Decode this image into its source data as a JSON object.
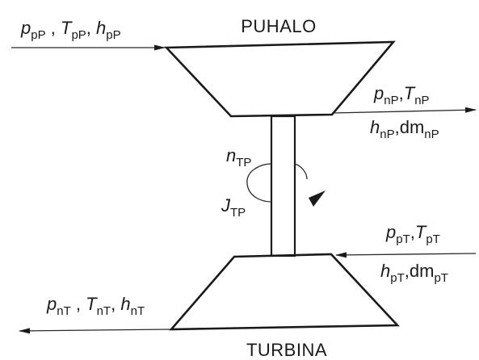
{
  "compressor": {
    "title": "PUHALO",
    "inlet": {
      "p": "p",
      "p_sub": "pP",
      "T": "T",
      "T_sub": "pP",
      "h": "h",
      "h_sub": "pP"
    },
    "outlet": {
      "p": "p",
      "p_sub": "nP",
      "T": "T",
      "T_sub": "nP",
      "h": "h",
      "h_sub": "nP",
      "dm": "dm",
      "dm_sub": "nP"
    }
  },
  "turbine": {
    "title": "TURBINA",
    "inlet": {
      "p": "p",
      "p_sub": "pT",
      "T": "T",
      "T_sub": "pT",
      "h": "h",
      "h_sub": "pT",
      "dm": "dm",
      "dm_sub": "pT"
    },
    "outlet": {
      "p": "p",
      "p_sub": "nT",
      "T": "T",
      "T_sub": "nT",
      "h": "h",
      "h_sub": "nT"
    }
  },
  "shaft": {
    "speed": "n",
    "speed_sub": "TP",
    "inertia": "J",
    "inertia_sub": "TP"
  },
  "separator": ","
}
